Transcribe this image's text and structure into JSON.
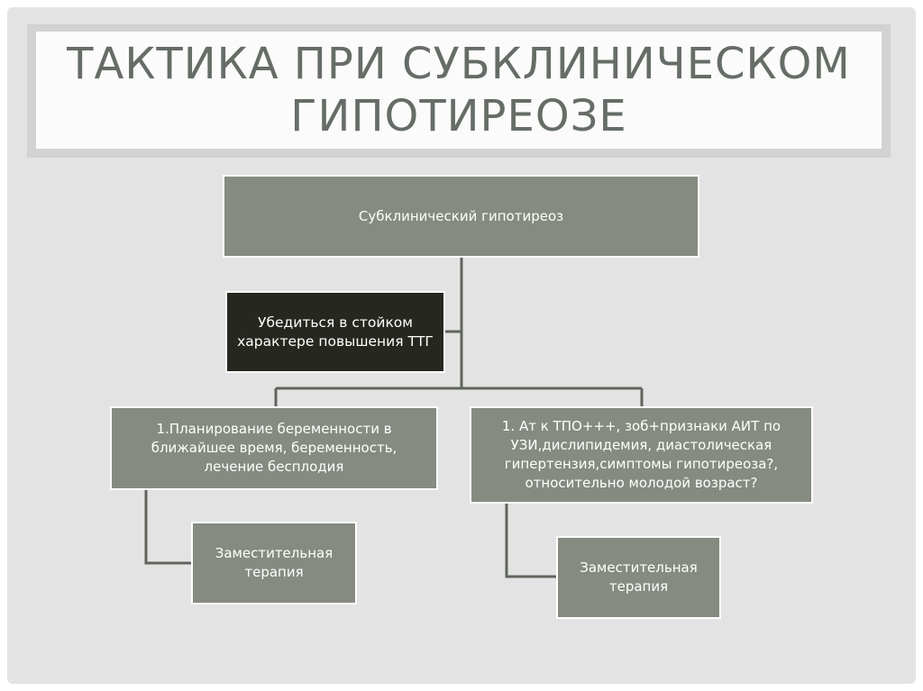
{
  "title": {
    "line1": "ТАКТИКА ПРИ СУБКЛИНИЧЕСКОМ",
    "line2": "ГИПОТИРЕОЗЕ"
  },
  "diagram": {
    "root": "Субклинический гипотиреоз",
    "note_line1": "Убедиться в стойком",
    "note_line2": "характере повышения ТТГ",
    "left_branch": {
      "line1": "1.Планирование беременности в",
      "line2": "ближайшее время, беременность,",
      "line3": "лечение бесплодия",
      "child_line1": "Заместительная",
      "child_line2": "терапия"
    },
    "right_branch": {
      "line1": "1. Ат к ТПО+++, зоб+признаки АИТ по",
      "line2": "УЗИ,дислипидемия, диастолическая",
      "line3": "гипертензия,симптомы гипотиреоза?,",
      "line4": "относительно молодой возраст?",
      "child_line1": "Заместительная",
      "child_line2": "терапия"
    }
  },
  "colors": {
    "node_fill": "#858b80",
    "note_fill": "#262820",
    "connector": "#5f655c",
    "background": "#e3e3e3"
  }
}
